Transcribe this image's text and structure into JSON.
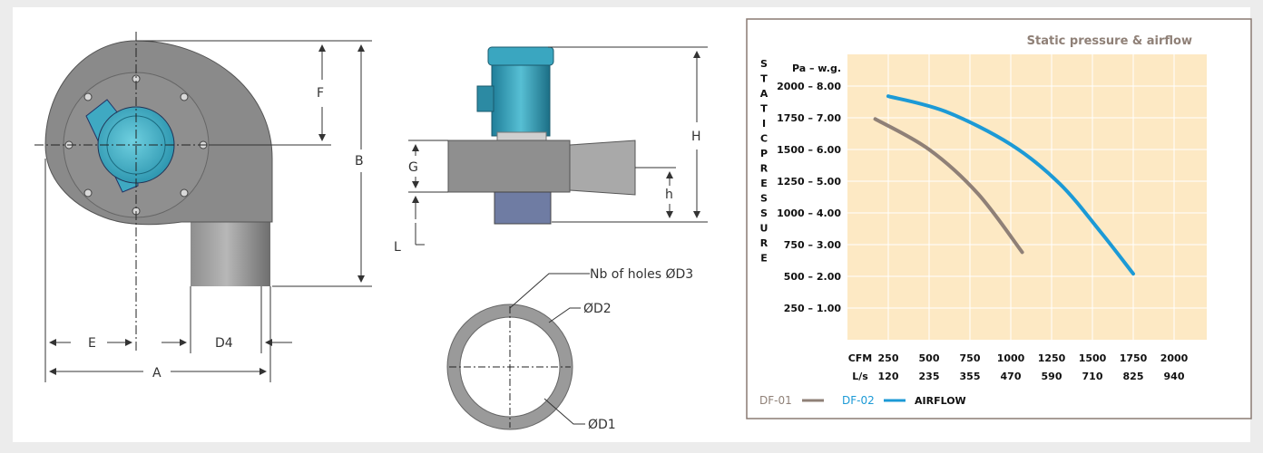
{
  "drawings": {
    "front_view": {
      "label_E": "E",
      "label_A": "A",
      "label_D4": "D4",
      "label_F": "F",
      "label_B": "B"
    },
    "side_view": {
      "label_G": "G",
      "label_H": "H",
      "label_h": "h",
      "label_L": "L"
    },
    "flange_view": {
      "label_holes": "Nb of holes ØD3",
      "label_D2": "ØD2",
      "label_D1": "ØD1"
    }
  },
  "chart_data": {
    "type": "line",
    "title": "Static pressure & airflow",
    "ylabel_vertical": [
      "S",
      "T",
      "A",
      "T",
      "I",
      "C",
      "P",
      "R",
      "E",
      "S",
      "S",
      "U",
      "R",
      "E"
    ],
    "yunit": "Pa – w.g.",
    "y_ticks": [
      {
        "pa": 2000,
        "label": "2000 – 8.00"
      },
      {
        "pa": 1750,
        "label": "1750 – 7.00"
      },
      {
        "pa": 1500,
        "label": "1500 – 6.00"
      },
      {
        "pa": 1250,
        "label": "1250 – 5.00"
      },
      {
        "pa": 1000,
        "label": "1000 – 4.00"
      },
      {
        "pa": 750,
        "label": "750 – 3.00"
      },
      {
        "pa": 500,
        "label": "500 – 2.00"
      },
      {
        "pa": 250,
        "label": "250 – 1.00"
      }
    ],
    "x_row1_label": "CFM",
    "x_cfm": [
      "250",
      "500",
      "750",
      "1000",
      "1250",
      "1500",
      "1750",
      "2000"
    ],
    "x_row2_label": "L/s",
    "x_ls": [
      "120",
      "235",
      "355",
      "470",
      "590",
      "710",
      "825",
      "940"
    ],
    "xlim_cfm": [
      0,
      2200
    ],
    "ylim_pa": [
      0,
      2250
    ],
    "grid": true,
    "background": "#fde9c4",
    "series": [
      {
        "name": "DF-01",
        "color": "#8f8077",
        "points": [
          [
            170,
            1740
          ],
          [
            500,
            1500
          ],
          [
            800,
            1150
          ],
          [
            1070,
            690
          ]
        ]
      },
      {
        "name": "DF-02",
        "color": "#1c9ad6",
        "points": [
          [
            250,
            1920
          ],
          [
            600,
            1800
          ],
          [
            1000,
            1540
          ],
          [
            1300,
            1230
          ],
          [
            1550,
            850
          ],
          [
            1750,
            520
          ]
        ]
      }
    ],
    "legend": {
      "df01": "DF-01",
      "df02": "DF-02",
      "airflow": "AIRFLOW"
    },
    "legend_position": "bottom-left"
  }
}
